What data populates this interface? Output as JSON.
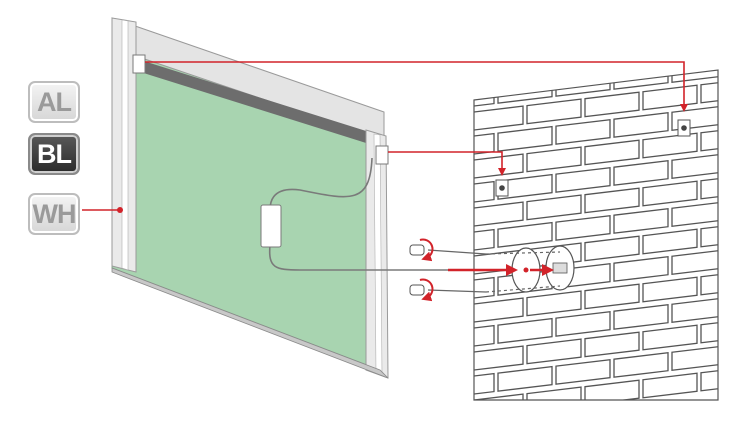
{
  "color_badges": [
    {
      "label": "AL"
    },
    {
      "label": "BL"
    },
    {
      "label": "WH"
    }
  ],
  "colors": {
    "mirror_back": "#a8d4b0",
    "frame": "#e6e6e6",
    "wall_brick_stroke": "#555555",
    "arrow": "#d2232a"
  }
}
